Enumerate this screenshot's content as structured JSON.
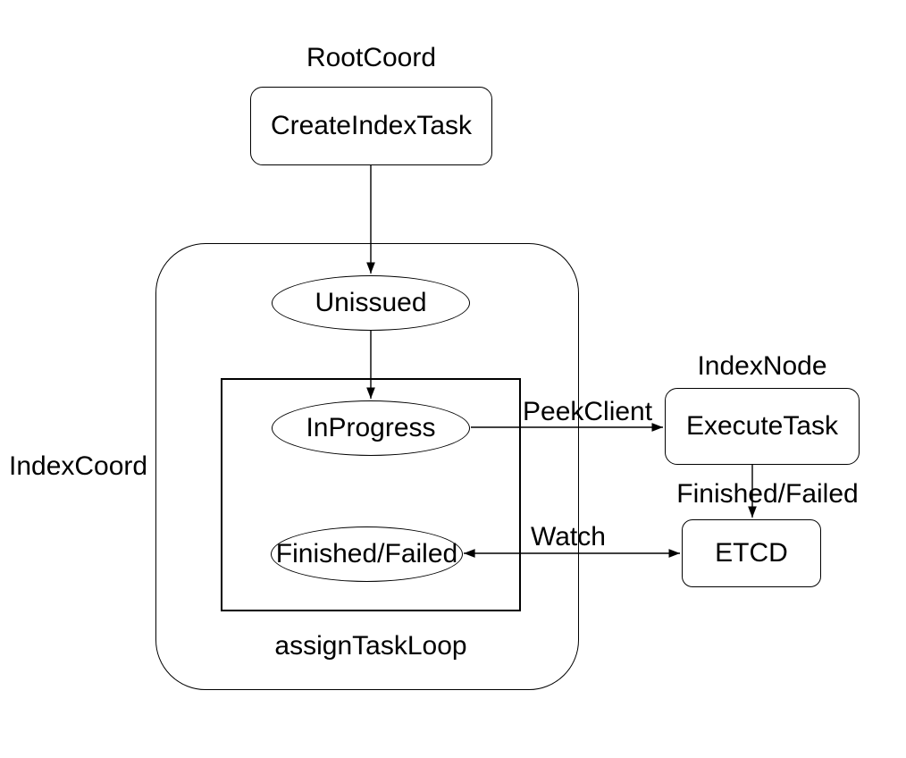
{
  "page": {
    "background": "#ffffff"
  },
  "diagram": {
    "colors": {
      "stroke": "#000000",
      "text": "#000000",
      "node_fill": "#ffffff"
    },
    "containers": {
      "root_coord": {
        "label": "RootCoord"
      },
      "index_coord": {
        "label": "IndexCoord"
      },
      "index_node": {
        "label": "IndexNode"
      },
      "assign_task_loop": {
        "label": "assignTaskLoop"
      }
    },
    "nodes": {
      "create_index_task": {
        "label": "CreateIndexTask"
      },
      "unissued": {
        "label": "Unissued"
      },
      "in_progress": {
        "label": "InProgress"
      },
      "finished_failed": {
        "label": "Finished/Failed"
      },
      "execute_task": {
        "label": "ExecuteTask"
      },
      "etcd": {
        "label": "ETCD"
      }
    },
    "edges": {
      "peek_client": {
        "label": "PeekClient"
      },
      "finished_failed": {
        "label": "Finished/Failed"
      },
      "watch": {
        "label": "Watch"
      }
    }
  }
}
